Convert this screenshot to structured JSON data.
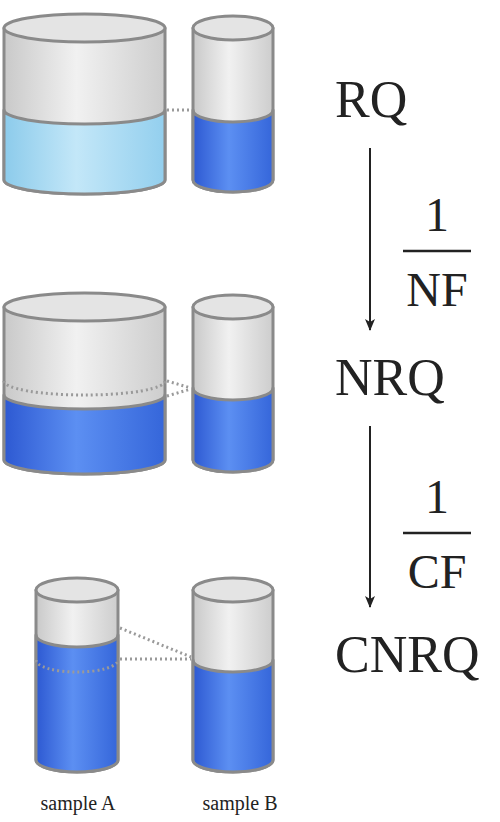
{
  "diagram": {
    "nodes": [
      {
        "text": [
          "RQ"
        ]
      },
      {
        "text": [
          "NRQ"
        ]
      },
      {
        "text": [
          "CNRQ"
        ]
      }
    ],
    "edges": [
      {
        "from": 0,
        "to": 1,
        "arrow": "to"
      },
      {
        "from": 1,
        "to": 2,
        "arrow": "to"
      }
    ],
    "labels": [
      "1",
      "NF",
      "1",
      "CF",
      "sample A",
      "sample B"
    ]
  }
}
